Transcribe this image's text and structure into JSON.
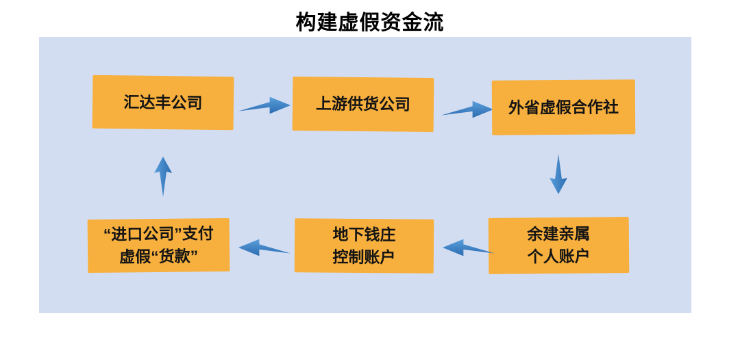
{
  "title": "构建虚假资金流",
  "colors": {
    "page_bg": "#ffffff",
    "panel_bg": "#d3ddf2",
    "node_bg": "#f7b03e",
    "arrow_light": "#5b9fdb",
    "arrow_dark": "#2b6cb0",
    "text": "#141414"
  },
  "nodes": [
    {
      "id": "huidafeng-company",
      "lines": [
        "汇达丰公司"
      ]
    },
    {
      "id": "upstream-supplier",
      "lines": [
        "上游供货公司"
      ]
    },
    {
      "id": "out-province-fake-cooperative",
      "lines": [
        "外省虚假合作社"
      ]
    },
    {
      "id": "yujian-relatives-accounts",
      "lines": [
        "余建亲属",
        "个人账户"
      ]
    },
    {
      "id": "underground-bank-accounts",
      "lines": [
        "地下钱庄",
        "控制账户"
      ]
    },
    {
      "id": "import-company-fake-payment",
      "lines": [
        "“进口公司”支付",
        "虚假“货款”"
      ]
    }
  ],
  "arrows": [
    {
      "id": "arrow-1",
      "direction": "right",
      "from": "汇达丰公司",
      "to": "上游供货公司"
    },
    {
      "id": "arrow-2",
      "direction": "right",
      "from": "上游供货公司",
      "to": "外省虚假合作社"
    },
    {
      "id": "arrow-3",
      "direction": "down",
      "from": "外省虚假合作社",
      "to": "余建亲属 个人账户"
    },
    {
      "id": "arrow-4",
      "direction": "left",
      "from": "余建亲属 个人账户",
      "to": "地下钱庄 控制账户"
    },
    {
      "id": "arrow-5",
      "direction": "left",
      "from": "地下钱庄 控制账户",
      "to": "“进口公司”支付 虚假“货款”"
    },
    {
      "id": "arrow-6",
      "direction": "up",
      "from": "“进口公司”支付 虚假“货款”",
      "to": "汇达丰公司"
    }
  ]
}
